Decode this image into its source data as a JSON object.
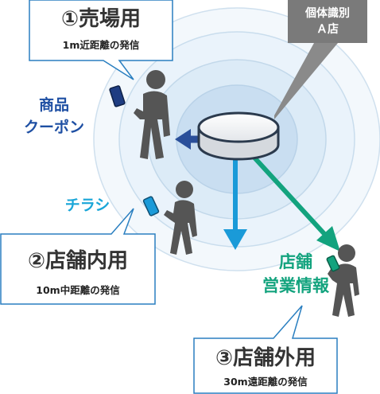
{
  "beacon_label": {
    "line1": "個体識別",
    "line2": "Ａ店"
  },
  "callouts": {
    "sales_floor": {
      "title": "①売場用",
      "subtitle": "1m近距離の発信"
    },
    "in_store": {
      "title": "②店舗内用",
      "subtitle": "10m中距離の発信"
    },
    "out_store": {
      "title": "③店舗外用",
      "subtitle": "30m遠距離の発信"
    }
  },
  "labels": {
    "coupon": {
      "line1": "商品",
      "line2": "クーポン"
    },
    "flyer": "チラシ",
    "store_info": {
      "line1": "店舗",
      "line2": "営業情報"
    }
  },
  "colors": {
    "coupon_arrow": "#2a4f9a",
    "flyer_arrow": "#1a9ad8",
    "store_arrow": "#13a37e",
    "person": "#555555",
    "range_ring": "#cfe3f3",
    "callout_border": "#2a7fc0",
    "beacon_tag": "#7a7a7a"
  },
  "icons": [
    "beacon-disc-icon",
    "person-icon",
    "smartphone-icon"
  ]
}
